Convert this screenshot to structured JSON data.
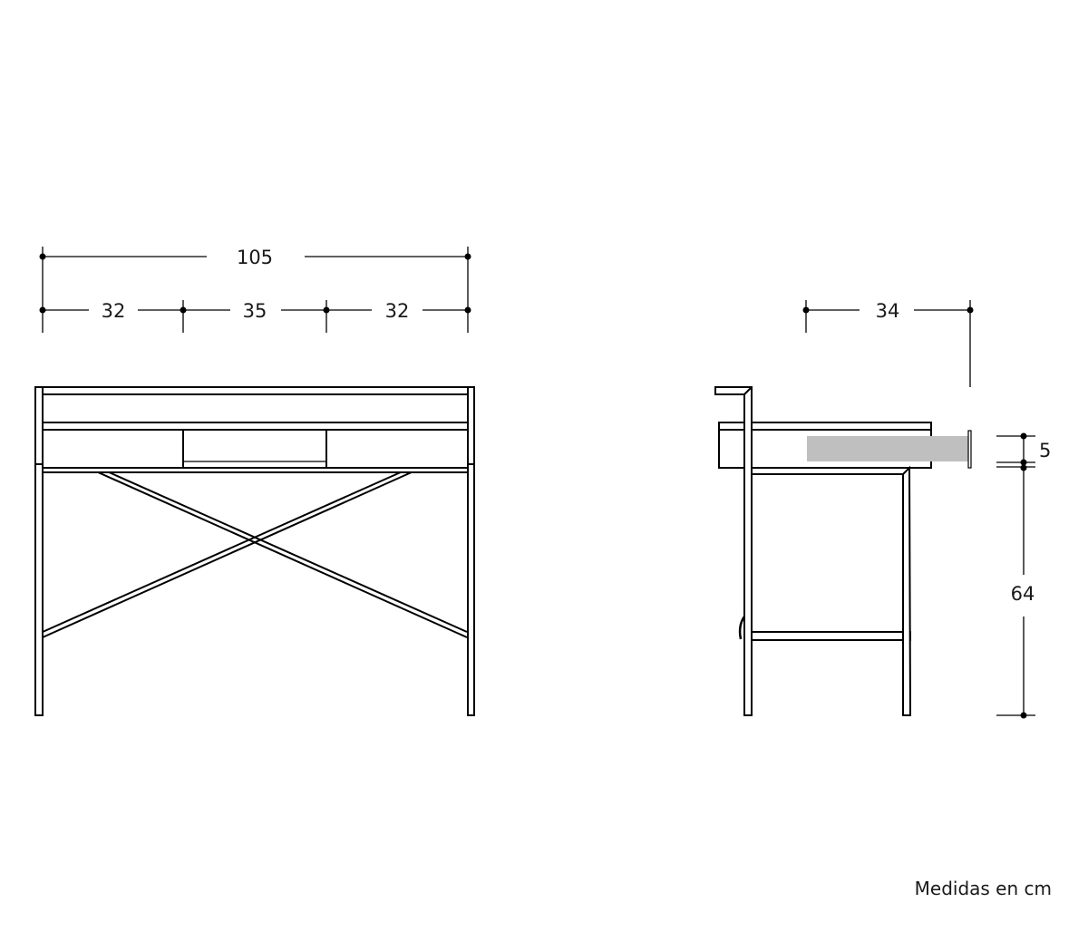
{
  "front_view": {
    "total_width": "105",
    "segments": [
      "32",
      "35",
      "32"
    ]
  },
  "side_view": {
    "depth": "34",
    "drawer_height": "5",
    "leg_height": "64"
  },
  "drawer_color": "#bfbfbf",
  "footer": "Medidas en cm"
}
